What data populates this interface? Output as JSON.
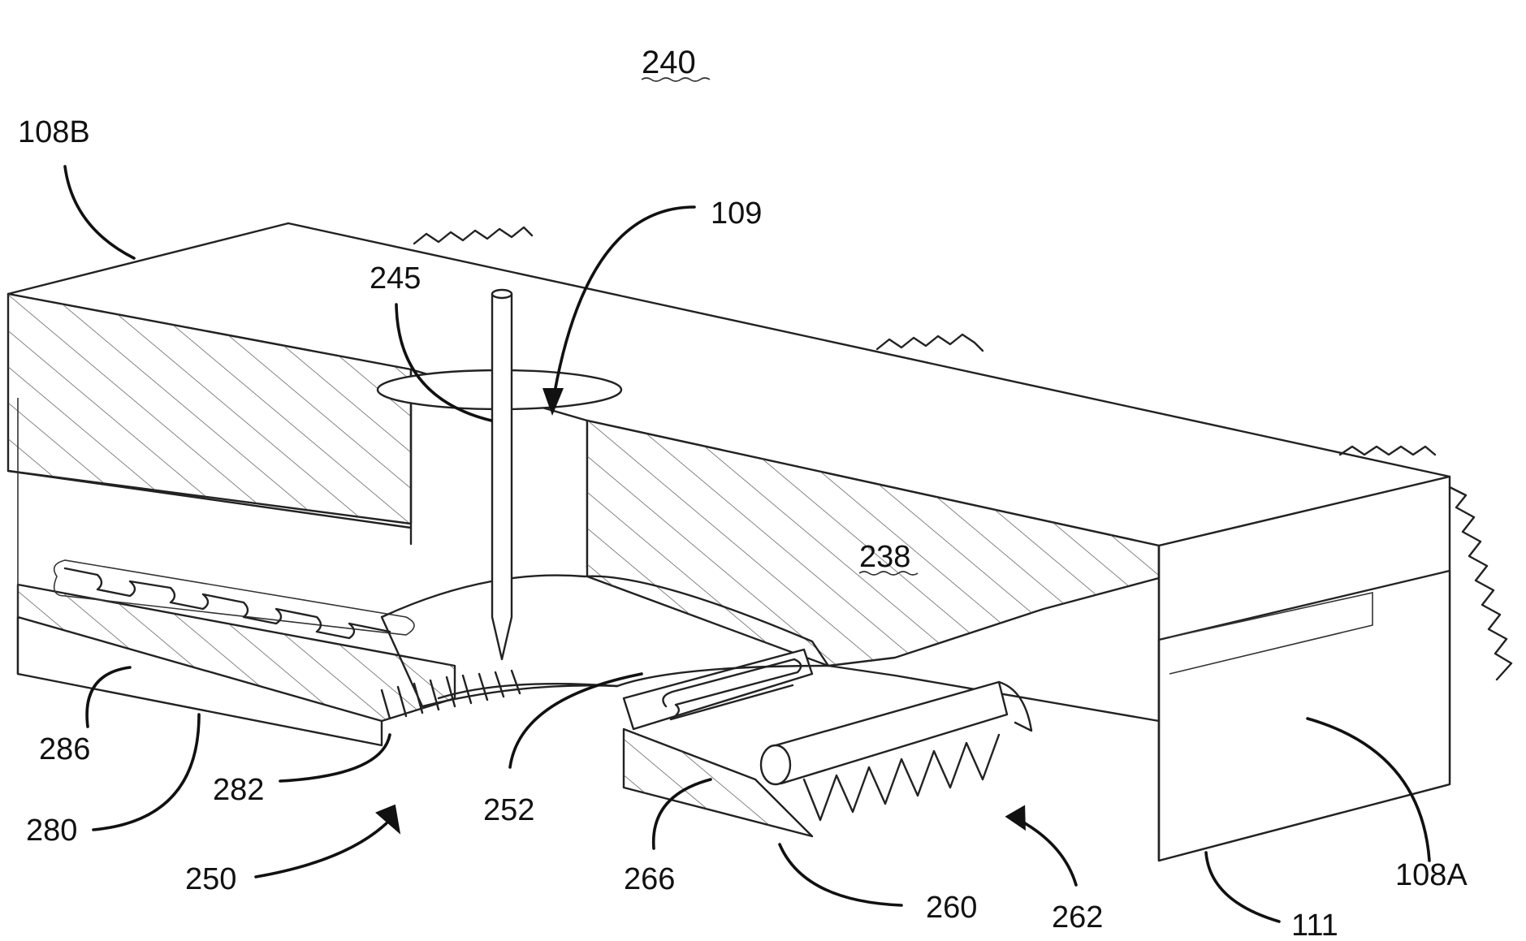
{
  "figure": {
    "title_ref": "240",
    "labels": {
      "r108B": "108B",
      "r109": "109",
      "r245": "245",
      "r238": "238",
      "r286": "286",
      "r282": "282",
      "r280": "280",
      "r252": "252",
      "r250": "250",
      "r266": "266",
      "r260": "260",
      "r262": "262",
      "r108A": "108A",
      "r111": "111"
    }
  }
}
